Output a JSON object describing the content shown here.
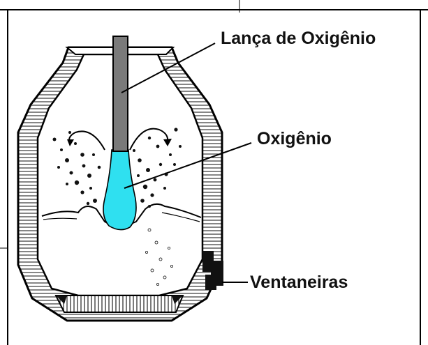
{
  "labels": {
    "lance": "Lança de Oxigênio",
    "oxygen": "Oxigênio",
    "tuyeres": "Ventaneiras"
  },
  "colors": {
    "background": "#ffffff",
    "outline": "#000000",
    "lance": "#7a7a7a",
    "oxygen_jet": "#2fe0f0",
    "lining_stripes": "#222222"
  },
  "icons": {
    "vessel": "converter-vessel",
    "lance": "oxygen-lance",
    "jet": "oxygen-jet",
    "tuyeres": "tuyere-blocks"
  }
}
